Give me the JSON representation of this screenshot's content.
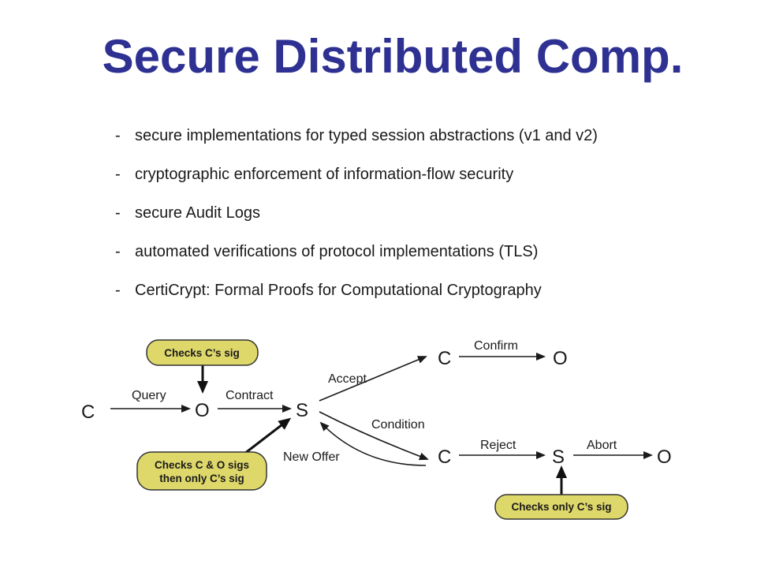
{
  "title": "Secure Distributed Comp.",
  "bullets": [
    {
      "marker": "-",
      "text": "secure implementations for typed session abstractions (v1 and v2)"
    },
    {
      "marker": "-",
      "text": "cryptographic enforcement of information-flow security"
    },
    {
      "marker": "-",
      "text": "secure Audit Logs"
    },
    {
      "marker": "-",
      "text": "automated verifications of protocol implementations (TLS)"
    },
    {
      "marker": "-",
      "text": "CertiCrypt: Formal Proofs for Computational Cryptography"
    }
  ],
  "diagram": {
    "nodes": {
      "c_start": "C",
      "o_start": "O",
      "s_center": "S",
      "c_top": "C",
      "o_top": "O",
      "c_bottom": "C",
      "s_bottom": "S",
      "o_bottom": "O"
    },
    "edges": {
      "query": "Query",
      "contract": "Contract",
      "accept": "Accept",
      "confirm": "Confirm",
      "condition": "Condition",
      "new_offer": "New Offer",
      "reject": "Reject",
      "abort": "Abort"
    },
    "bubbles": {
      "checks_c_sig": "Checks C’s sig",
      "checks_c_o_sigs_line1": "Checks C & O sigs",
      "checks_c_o_sigs_line2": "then only C’s sig",
      "checks_only_c_sig": "Checks only C’s sig"
    },
    "colors": {
      "bubble_fill": "#ded76a",
      "title": "#2e3192"
    }
  }
}
